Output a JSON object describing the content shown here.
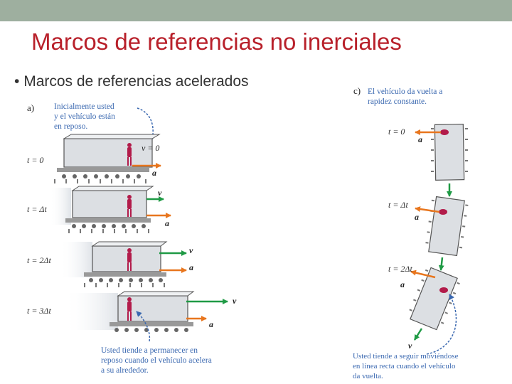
{
  "slide": {
    "title": "Marcos de referencias no inerciales",
    "bullet_marker": "•",
    "bullet": "Marcos de referencias acelerados"
  },
  "panel_a": {
    "label": "a)",
    "note_lines": [
      "Inicialmente usted",
      "y el vehículo están",
      "en reposo."
    ],
    "times": [
      "t = 0",
      "t = Δt",
      "t = 2Δt",
      "t = 3Δt"
    ],
    "v_zero": "v = 0",
    "v": "v",
    "a": "a",
    "caption_lines": [
      "Usted tiende a permanecer en",
      "reposo cuando el vehículo acelera",
      "a su alrededor."
    ]
  },
  "panel_c": {
    "label": "c)",
    "title_lines": [
      "El vehículo da vuelta a",
      "rapidez constante."
    ],
    "times": [
      "t = 0",
      "t = Δt",
      "t = 2Δt"
    ],
    "a": "a",
    "v": "v",
    "caption_lines": [
      "Usted tiende a seguir moviéndose",
      "en línea recta cuando el vehículo",
      "da vuelta."
    ]
  },
  "colors": {
    "title_red": "#b8202a",
    "top_bar": "#9eaf9f",
    "caption_blue": "#3a68b0",
    "accel_orange": "#e8761e",
    "velocity_green": "#1f9a45",
    "person_magenta": "#b21b4a"
  }
}
